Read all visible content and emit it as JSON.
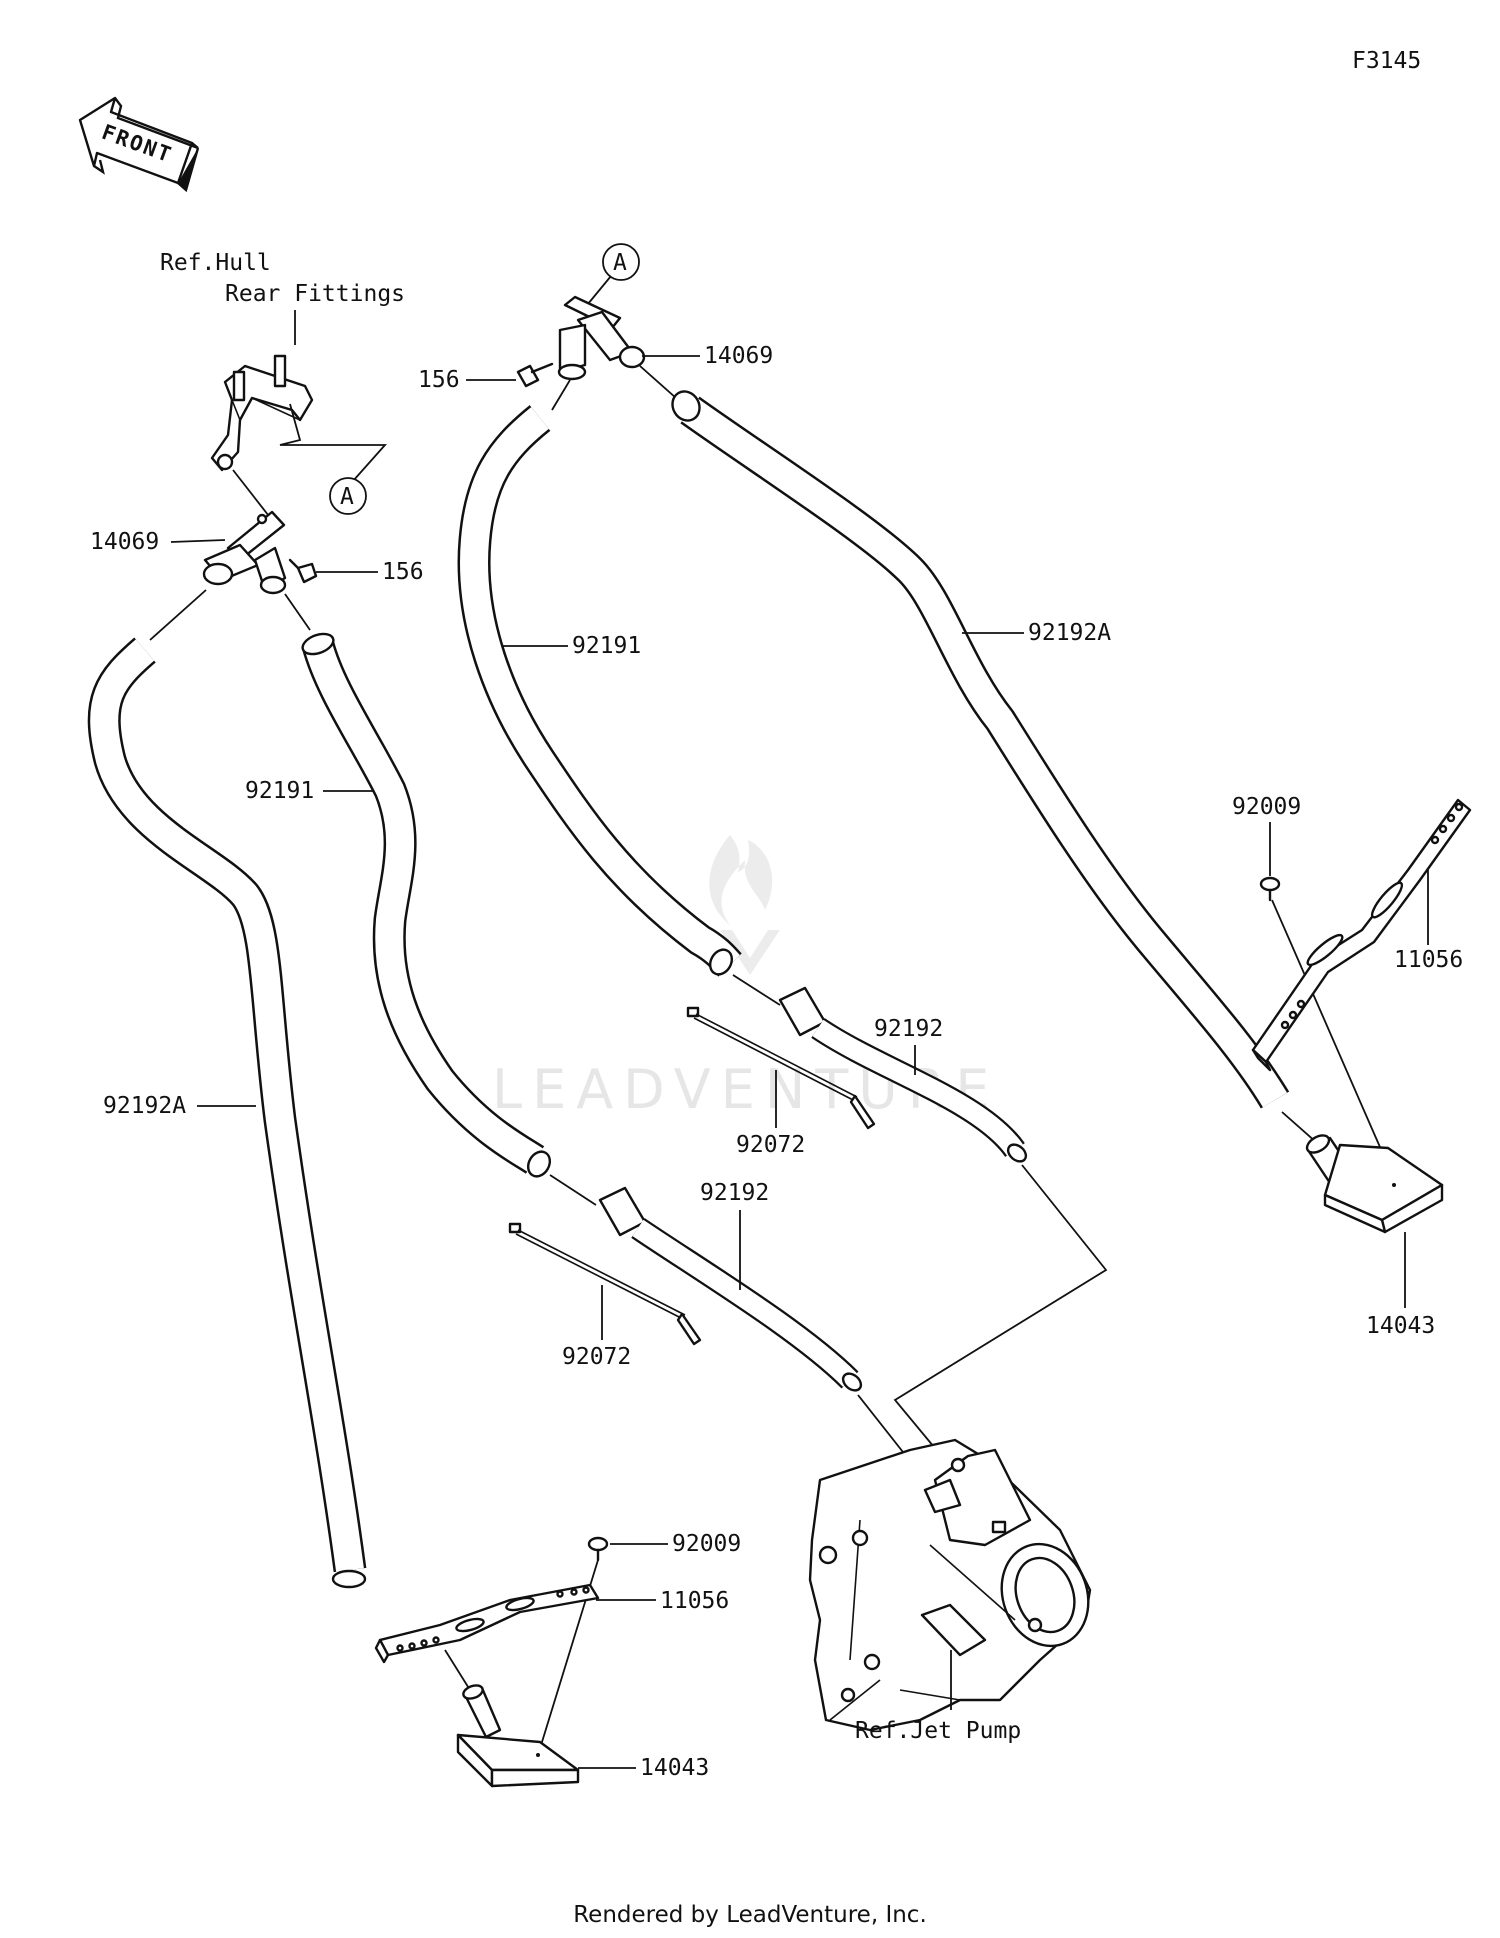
{
  "diagram_code": "F3145",
  "front_arrow_label": "FRONT",
  "callout_letter": "A",
  "refs": {
    "hull_line1": "Ref.Hull",
    "hull_line2": "Rear Fittings",
    "jet_pump": "Ref.Jet Pump"
  },
  "labels": {
    "p14069_left": "14069",
    "p156_left": "156",
    "p92191_left": "92191",
    "p92192A_left": "92192A",
    "p92192_lower": "92192",
    "p92072_lower": "92072",
    "p92009_lower": "92009",
    "p11056_lower": "11056",
    "p14043_lower": "14043",
    "p156_right": "156",
    "p14069_right": "14069",
    "p92191_right": "92191",
    "p92192A_right": "92192A",
    "p92192_upper": "92192",
    "p92072_upper": "92072",
    "p92009_right": "92009",
    "p11056_right": "11056",
    "p14043_right": "14043"
  },
  "watermark": "LEADVENTURE",
  "footer": "Rendered by LeadVenture, Inc."
}
